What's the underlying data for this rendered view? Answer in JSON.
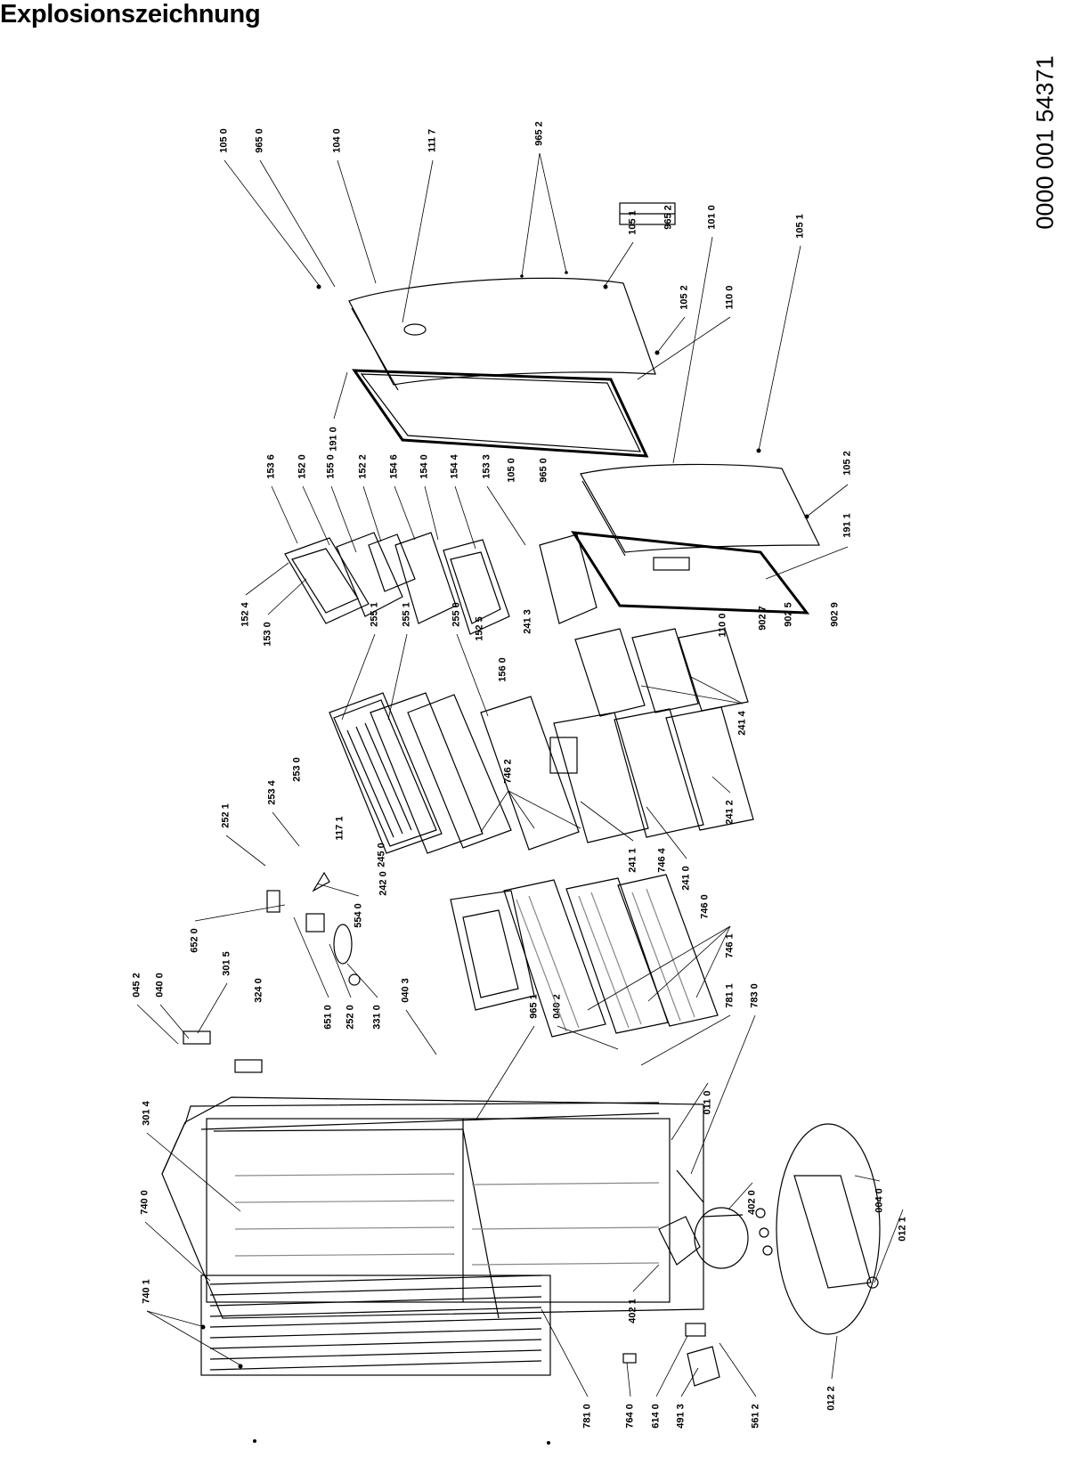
{
  "title": "Explosionszeichnung",
  "document_number": "0000 001 54371",
  "part_numbers": [
    "105 0",
    "965 0",
    "104 0",
    "111 7",
    "965 2",
    "105 1",
    "105 2",
    "110 0",
    "965 2",
    "101 0",
    "105 1",
    "191 0",
    "153 6",
    "152 0",
    "155 0",
    "152 2",
    "154 6",
    "154 0",
    "154 4",
    "153 3",
    "105 0",
    "965 0",
    "105 2",
    "191 1",
    "152 4",
    "153 0",
    "152 5",
    "255 1",
    "255 1",
    "255 0",
    "241 3",
    "902 7",
    "902 5",
    "902 9",
    "110 0",
    "156 0",
    "241 4",
    "252 1",
    "253 4",
    "253 0",
    "117 1",
    "245 0",
    "746 2",
    "241 1",
    "241 0",
    "241 2",
    "746 4",
    "746 0",
    "746 1",
    "242 0",
    "554 0",
    "652 0",
    "651 0",
    "252 0",
    "331 0",
    "045 2",
    "040 0",
    "301 5",
    "324 0",
    "040 3",
    "965 1",
    "040 2",
    "781 1",
    "783 0",
    "011 0",
    "301 4",
    "740 0",
    "402 0",
    "004 0",
    "012 1",
    "740 1",
    "402 1",
    "781 0",
    "764 0",
    "614 0",
    "491 3",
    "561 2",
    "012 2"
  ],
  "colors": {
    "ink": "#000000",
    "paper": "#ffffff",
    "mid_gray": "#888888",
    "light_gray": "#d8d8d8"
  }
}
